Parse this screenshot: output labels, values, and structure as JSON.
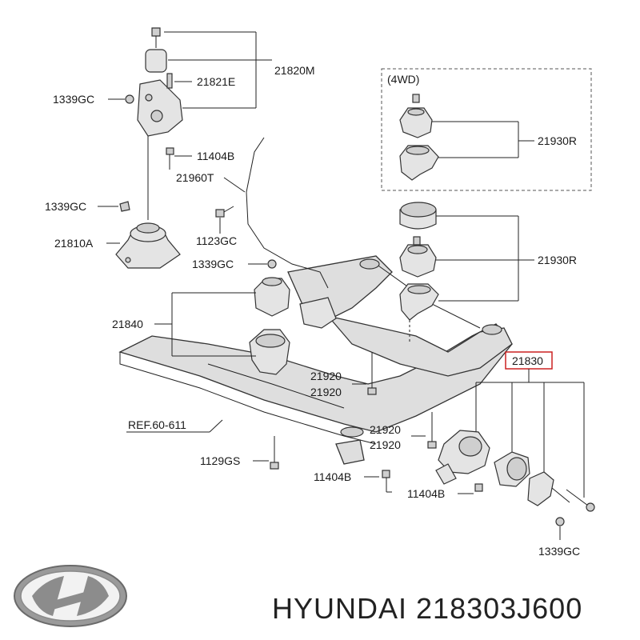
{
  "labels": {
    "p21820M": "21820M",
    "p21821E": "21821E",
    "p1339GC_a": "1339GC",
    "p11404B_a": "11404B",
    "p21960T": "21960T",
    "p1339GC_b": "1339GC",
    "p21810A": "21810A",
    "p1123GC": "1123GC",
    "p1339GC_c": "1339GC",
    "p21840": "21840",
    "p21920_a1": "21920",
    "p21920_a2": "21920",
    "pREF": "REF.60-611",
    "p21920_b1": "21920",
    "p21920_b2": "21920",
    "p1129GS": "1129GS",
    "p11404B_b": "11404B",
    "p11404B_c": "11404B",
    "p1339GC_d": "1339GC",
    "p4WD": "(4WD)",
    "p21930R_a": "21930R",
    "p21930R_b": "21930R",
    "p21830": "21830"
  },
  "highlight_color": "#cc2222",
  "footer": {
    "brand_text": "HYUNDAI 218303J600",
    "logo_icon": "hyundai-logo-icon"
  }
}
